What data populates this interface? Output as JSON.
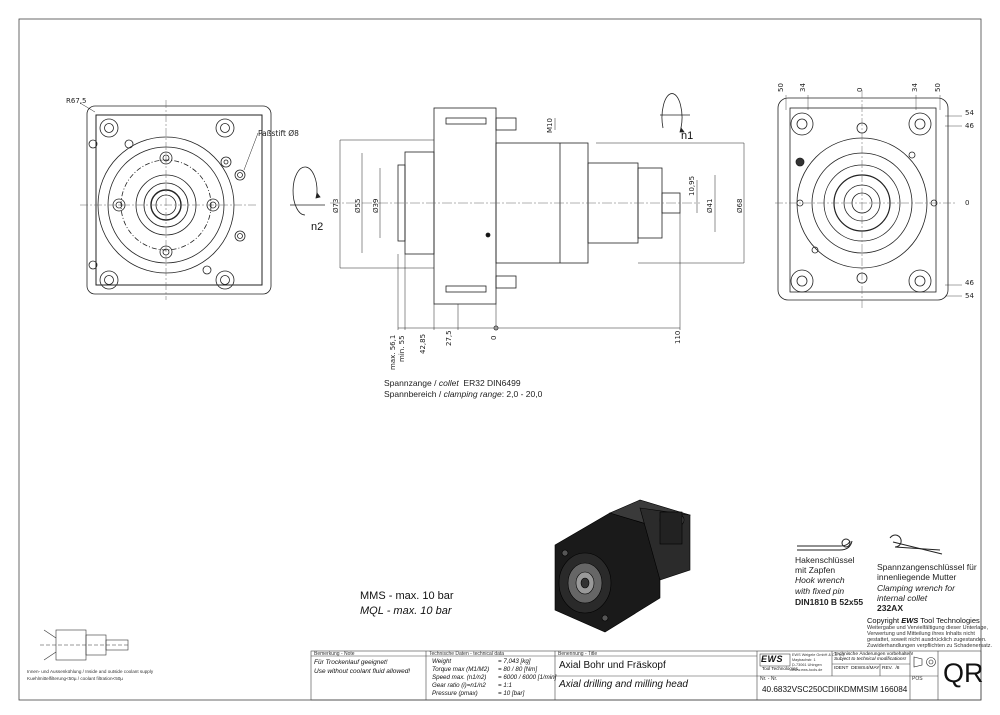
{
  "dims": {
    "radius": "R67,5",
    "pin": "Paßstift Ø8",
    "d73": "Ø73",
    "d55": "Ø55",
    "d39": "Ø39",
    "d41": "Ø41",
    "d68": "Ø68",
    "d1095": "10,95",
    "m10": "M10",
    "max561": "max. 56,1",
    "min55": "min. 55",
    "d4285": "42,85",
    "d275": "27,5",
    "zero": "0",
    "d110": "110",
    "right_top": [
      "50",
      "34",
      "0",
      "34",
      "50"
    ],
    "right_side": [
      "54",
      "46",
      "0",
      "46",
      "54"
    ]
  },
  "rotation": {
    "n1": "n1",
    "n2": "n2"
  },
  "collet": {
    "line1_de": "Spannzange /",
    "line1_en": "collet",
    "line1_val": "ER32    DIN6499",
    "line2_de": "Spannbereich /",
    "line2_en": "clamping range",
    "line2_val": ": 2,0 - 20,0"
  },
  "pressure": {
    "mms": "MMS - max. 10 bar",
    "mql": "MQL - max. 10 bar"
  },
  "tools": {
    "hook_lines": [
      "Hakenschlüssel",
      "mit Zapfen",
      "Hook wrench",
      "with fixed pin",
      "DIN1810 B 52x55"
    ],
    "collet_lines": [
      "Spannzangenschlüssel für",
      "innenliegende Mutter",
      "Clamping wrench for",
      "internal collet",
      "232AX"
    ]
  },
  "copyright": {
    "prefix": "Copyright",
    "brand": "EWS",
    "suffix": "Tool Technologies",
    "lines": [
      "Weitergabe und Vervielfältigung dieser Unterlage,",
      "Verwertung und Mitteilung ihres Inhalts nicht",
      "gestattet, soweit nicht ausdrücklich zugestanden.",
      "Zuwiderhandlungen verpflichten zu Schadenersatz."
    ]
  },
  "coolant_caption": [
    "Innen- und Aussenkühlung / Inside and outside coolant supply",
    "Kuehlmittelfilterung<50µ / coolant filtration<50µ"
  ],
  "title_block": {
    "remark_hdr": "Bemerkung - Note",
    "remark1": "Für Trockenlauf geeignet!",
    "remark2": "Use without coolant fluid allowed!",
    "tech_hdr": "Technische Daten - technical data",
    "specs": [
      {
        "label": "Weight",
        "value": "= 7,043 [kg]"
      },
      {
        "label": "Torque max (M1/M2)",
        "value": "= 80 / 80 [Nm]"
      },
      {
        "label": "Speed max. (n1/n2)",
        "value": "= 6000 / 6000 [1/min]"
      },
      {
        "label": "Gear ratio (i)=n1/n2",
        "value": "= 1:1"
      },
      {
        "label": "Pressure (pmax)",
        "value": "= 10 [bar]"
      }
    ],
    "name_hdr": "Benennung - Title",
    "name_de": "Axial Bohr und Fräskopf",
    "name_en": "Axial drilling and milling head",
    "ews": "EWS",
    "ews_sub": "Tool Technologies",
    "company_lines": [
      "EWS Weigele GmbH & Co. KG",
      "Maybachstr. 1",
      "D-73061 Uhingen",
      "www.ews-tools.de"
    ],
    "changes1": "Technische Änderungen vorbehalten!",
    "changes2": "Subject to technical modifications!",
    "ident_label": "IDENT",
    "ident": "DEWS4/MAY",
    "rev_label": "REV.",
    "rev": "/8",
    "nr_label": "Nr. - Nr.",
    "part_no": "40.6832VSC250CDIIKDMMSIM",
    "drawing_no": "166084",
    "pos_label": "POS",
    "qr": "QR"
  }
}
